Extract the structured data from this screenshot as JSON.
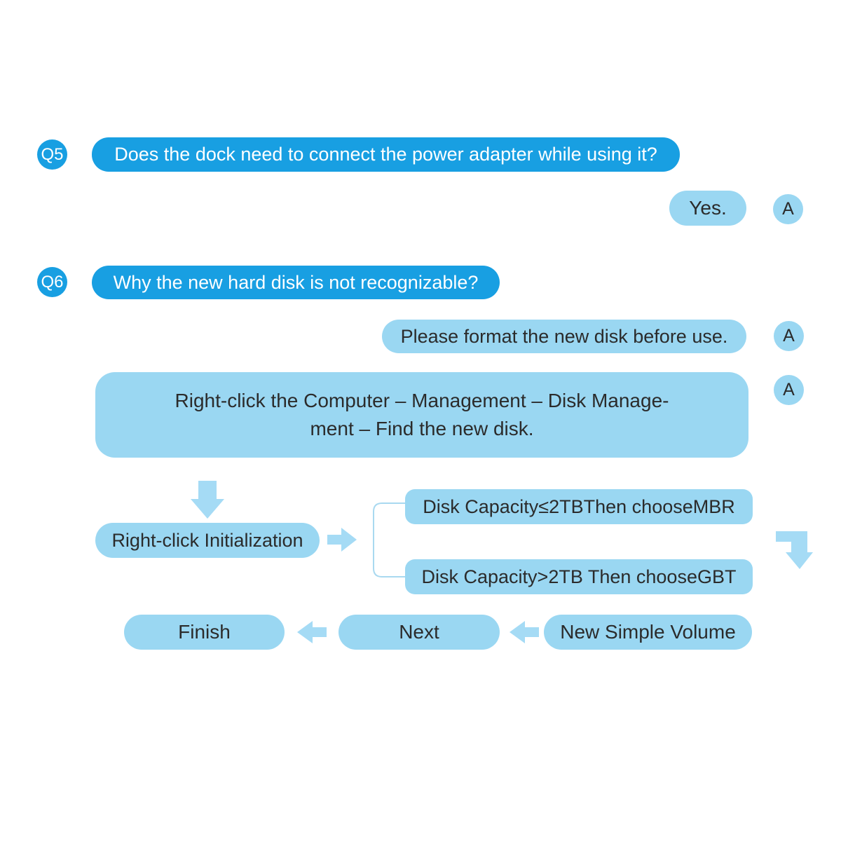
{
  "colors": {
    "primary_blue": "#189fe2",
    "light_blue": "#9ad7f2",
    "arrow_blue": "#a5dbf5",
    "text_dark": "#2b2b2b",
    "text_light": "#ffffff"
  },
  "faq": {
    "q5": {
      "badge": "Q5",
      "question": "Does the dock need to connect the power adapter while using it?",
      "answer_badge": "A",
      "answer_text": "Yes."
    },
    "q6": {
      "badge": "Q6",
      "question": "Why the new hard disk is not recognizable?",
      "answer1_badge": "A",
      "answer1_text": "Please format the new disk before use.",
      "answer2_badge": "A",
      "answer2_line1": "Right-click the Computer – Management – Disk Manage-",
      "answer2_line2": "ment – Find the new disk."
    }
  },
  "flowchart": {
    "step_initialization": "Right-click Initialization",
    "branch_mbr": "Disk Capacity≤2TBThen chooseMBR",
    "branch_gbt": "Disk Capacity>2TB Then chooseGBT",
    "step_new_simple_volume": "New Simple Volume",
    "step_next": "Next",
    "step_finish": "Finish"
  }
}
